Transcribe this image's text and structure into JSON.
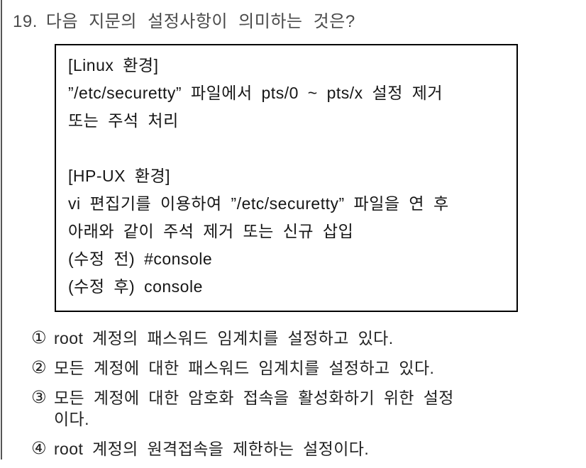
{
  "page": {
    "background": "#ffffff",
    "left_rule_color": "#555555"
  },
  "question": {
    "number": "19.",
    "text": "다음 지문의 설정사항이 의미하는 것은?"
  },
  "passage": {
    "border_color": "#000000",
    "lines": [
      "[Linux 환경]",
      "”/etc/securetty” 파일에서 pts/0 ~ pts/x 설정 제거",
      "또는 주석 처리",
      "",
      "[HP-UX 환경]",
      "vi 편집기를 이용하여 ”/etc/securetty” 파일을 연 후",
      "아래와 같이 주석 제거 또는 신규 삽입",
      "(수정 전) #console",
      "(수정 후) console"
    ]
  },
  "options": [
    {
      "marker": "①",
      "lines": {
        "0": "root 계정의 패스워드 임계치를 설정하고 있다."
      }
    },
    {
      "marker": "②",
      "lines": {
        "0": "모든 계정에 대한 패스워드 임계치를 설정하고 있다."
      }
    },
    {
      "marker": "③",
      "lines": {
        "0": "모든 계정에 대한 암호화 접속을 활성화하기 위한 설정",
        "1": "이다."
      }
    },
    {
      "marker": "④",
      "lines": {
        "0": "root 계정의 원격접속을 제한하는 설정이다."
      }
    }
  ]
}
